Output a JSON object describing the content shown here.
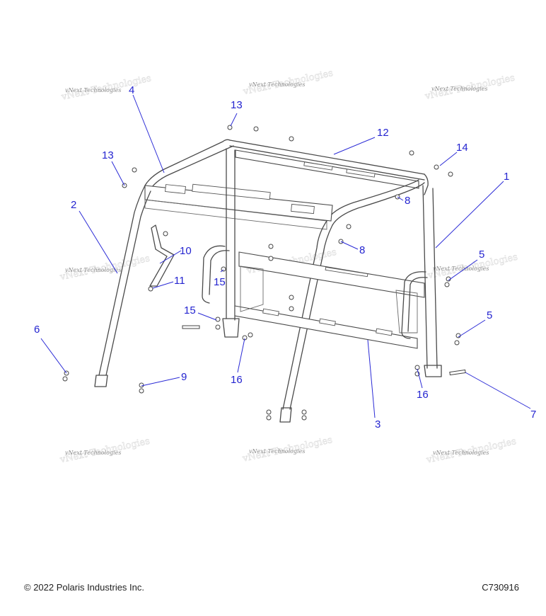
{
  "watermark": "vNext Technologies",
  "callouts": [
    "1",
    "2",
    "3",
    "4",
    "5",
    "5",
    "6",
    "7",
    "8",
    "8",
    "9",
    "10",
    "11",
    "12",
    "13",
    "13",
    "14",
    "15",
    "15",
    "16",
    "16"
  ],
  "footer": {
    "copyright": "© 2022 Polaris Industries Inc.",
    "drawing_code": "C730916"
  },
  "colors": {
    "callout": "#2424d0",
    "line": "#4a4a4a"
  }
}
